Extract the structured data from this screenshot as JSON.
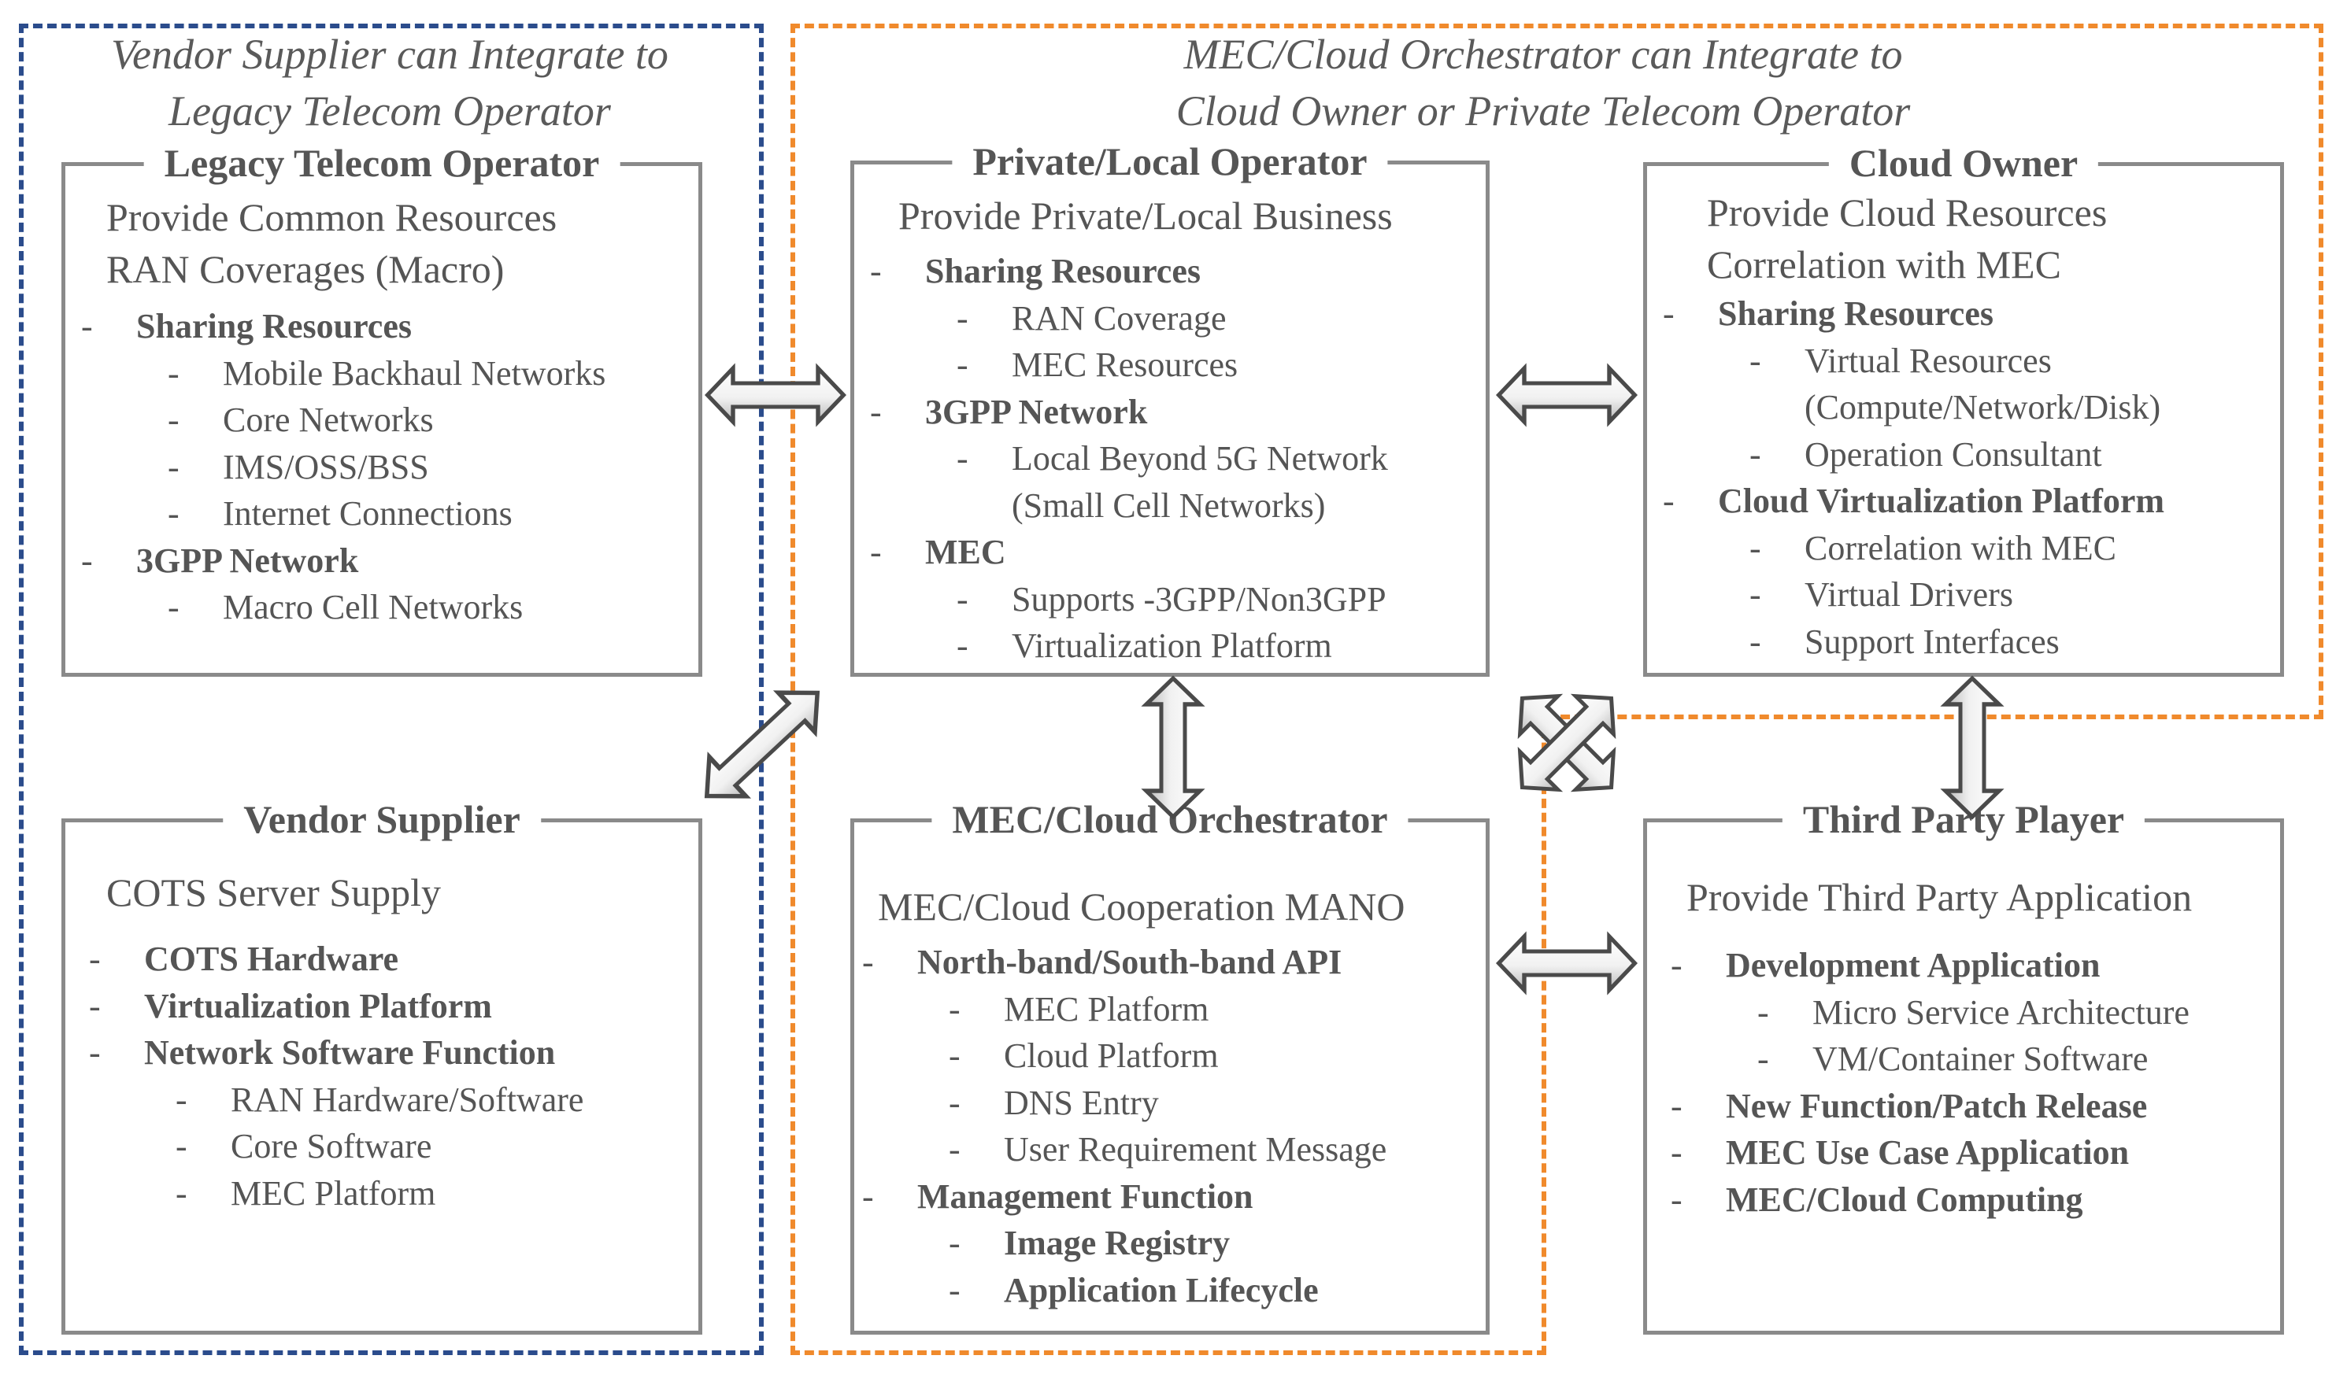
{
  "regions": {
    "vendor_caption": [
      "Vendor Supplier can Integrate to",
      "Legacy Telecom Operator"
    ],
    "mec_caption": [
      "MEC/Cloud Orchestrator can Integrate to",
      "Cloud Owner or Private Telecom Operator"
    ],
    "colors": {
      "vendor": "#2b4c8c",
      "mec": "#f08a2c",
      "box_border": "#8a8a8a",
      "text": "#555555"
    }
  },
  "boxes": {
    "legacy": {
      "title": "Legacy Telecom Operator",
      "subtitle": [
        "Provide Common Resources",
        "RAN Coverages (Macro)"
      ],
      "items": [
        {
          "level": 1,
          "text": "Sharing Resources"
        },
        {
          "level": 2,
          "text": "Mobile Backhaul Networks"
        },
        {
          "level": 2,
          "text": "Core Networks"
        },
        {
          "level": 2,
          "text": "IMS/OSS/BSS"
        },
        {
          "level": 2,
          "text": "Internet Connections"
        },
        {
          "level": 1,
          "text": "3GPP Network"
        },
        {
          "level": 2,
          "text": "Macro Cell Networks"
        }
      ]
    },
    "private": {
      "title": "Private/Local Operator",
      "subtitle": [
        "Provide Private/Local Business"
      ],
      "items": [
        {
          "level": 1,
          "text": "Sharing Resources"
        },
        {
          "level": 2,
          "text": "RAN Coverage"
        },
        {
          "level": 2,
          "text": "MEC Resources"
        },
        {
          "level": 1,
          "text": "3GPP Network"
        },
        {
          "level": 2,
          "text": "Local Beyond 5G Network"
        },
        {
          "level": 3,
          "text": "(Small Cell Networks)"
        },
        {
          "level": 1,
          "text": "MEC"
        },
        {
          "level": 2,
          "text": "Supports -3GPP/Non3GPP"
        },
        {
          "level": 2,
          "text": "Virtualization Platform"
        }
      ]
    },
    "cloud": {
      "title": "Cloud Owner",
      "subtitle": [
        "Provide Cloud Resources",
        "Correlation with MEC"
      ],
      "items": [
        {
          "level": 1,
          "text": "Sharing Resources"
        },
        {
          "level": 2,
          "text": "Virtual Resources"
        },
        {
          "level": 3,
          "text": "(Compute/Network/Disk)"
        },
        {
          "level": 2,
          "text": "Operation Consultant"
        },
        {
          "level": 1,
          "text": "Cloud Virtualization Platform"
        },
        {
          "level": 2,
          "text": "Correlation with MEC"
        },
        {
          "level": 2,
          "text": "Virtual Drivers"
        },
        {
          "level": 2,
          "text": "Support Interfaces"
        }
      ]
    },
    "vendor": {
      "title": "Vendor Supplier",
      "subtitle": [
        "COTS Server Supply"
      ],
      "items": [
        {
          "level": 1,
          "text": "COTS Hardware"
        },
        {
          "level": 1,
          "text": "Virtualization Platform"
        },
        {
          "level": 1,
          "text": "Network Software Function"
        },
        {
          "level": 2,
          "text": "RAN Hardware/Software"
        },
        {
          "level": 2,
          "text": "Core Software"
        },
        {
          "level": 2,
          "text": "MEC Platform"
        }
      ]
    },
    "orchestrator": {
      "title": "MEC/Cloud Orchestrator",
      "subtitle": [
        "MEC/Cloud Cooperation MANO"
      ],
      "items": [
        {
          "level": 1,
          "text": "North-band/South-band API"
        },
        {
          "level": 2,
          "text": "MEC Platform"
        },
        {
          "level": 2,
          "text": "Cloud Platform"
        },
        {
          "level": 2,
          "text": "DNS Entry"
        },
        {
          "level": 2,
          "text": "User Requirement Message"
        },
        {
          "level": 1,
          "text": "Management Function"
        },
        {
          "level": 4,
          "text": "Image Registry"
        },
        {
          "level": 4,
          "text": "Application Lifecycle"
        }
      ]
    },
    "third": {
      "title": "Third Party Player",
      "subtitle": [
        "Provide Third Party Application"
      ],
      "items": [
        {
          "level": 1,
          "text": "Development Application"
        },
        {
          "level": 2,
          "text": "Micro Service Architecture"
        },
        {
          "level": 2,
          "text": "VM/Container Software"
        },
        {
          "level": 1,
          "text": "New Function/Patch Release"
        },
        {
          "level": 1,
          "text": "MEC Use Case Application"
        },
        {
          "level": 1,
          "text": "MEC/Cloud Computing"
        }
      ]
    }
  },
  "dash_glyph": "-"
}
